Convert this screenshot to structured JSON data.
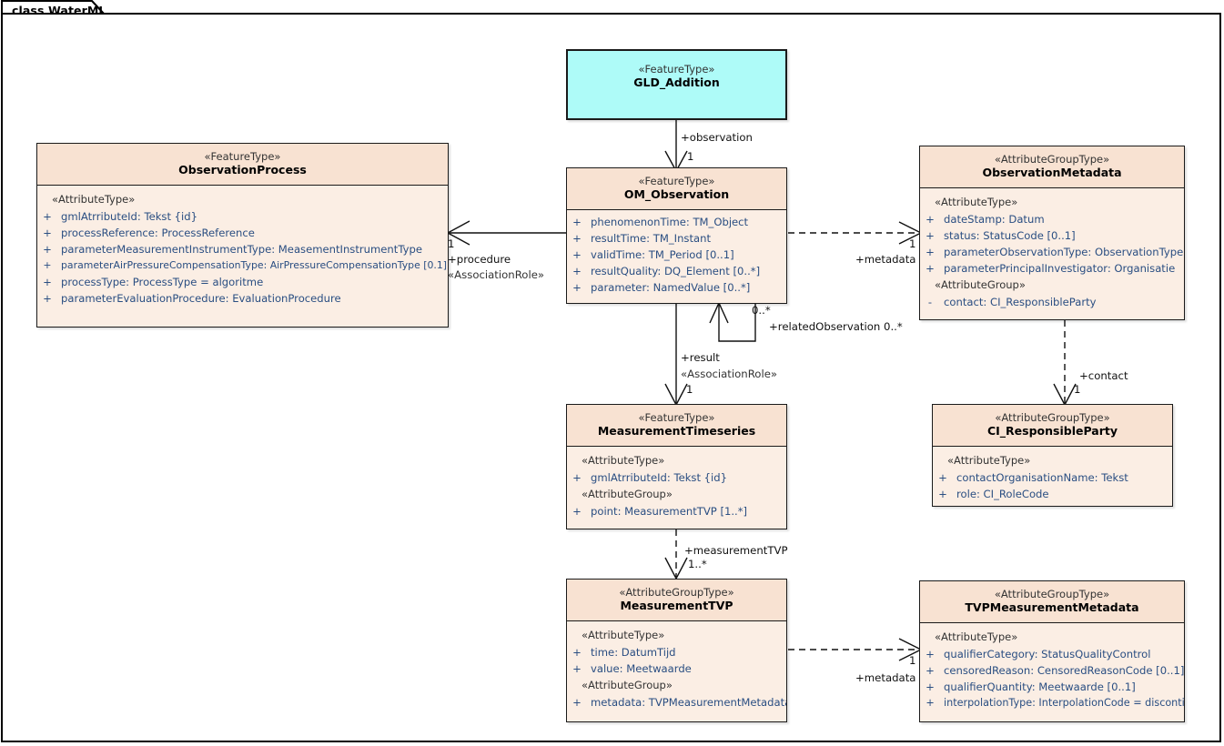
{
  "diagram": {
    "tab_label": "class WaterML",
    "colors": {
      "class_header": "#f8e2d2",
      "class_body": "#fbeee4",
      "highlight": "#aefbf8",
      "attribute_text": "#2a4e82",
      "border": "#1a1a1a"
    }
  },
  "classes": {
    "gld_addition": {
      "stereotype": "«FeatureType»",
      "name": "GLD_Addition",
      "groups": []
    },
    "observation_process": {
      "stereotype": "«FeatureType»",
      "name": "ObservationProcess",
      "groups": [
        {
          "label": "«AttributeType»",
          "attributes": [
            {
              "vis": "+",
              "text": "gmlAtrributeId: Tekst {id}"
            },
            {
              "vis": "+",
              "text": "processReference: ProcessReference"
            },
            {
              "vis": "+",
              "text": "parameterMeasurementInstrumentType: MeasementInstrumentType"
            },
            {
              "vis": "+",
              "text": "parameterAirPressureCompensationType: AirPressureCompensationType [0.1]"
            },
            {
              "vis": "+",
              "text": "processType: ProcessType = algoritme"
            },
            {
              "vis": "+",
              "text": "parameterEvaluationProcedure: EvaluationProcedure"
            }
          ]
        }
      ]
    },
    "om_observation": {
      "stereotype": "«FeatureType»",
      "name": "OM_Observation",
      "groups": [
        {
          "label": "",
          "attributes": [
            {
              "vis": "+",
              "text": "phenomenonTime: TM_Object"
            },
            {
              "vis": "+",
              "text": "resultTime: TM_Instant"
            },
            {
              "vis": "+",
              "text": "validTime: TM_Period [0..1]"
            },
            {
              "vis": "+",
              "text": "resultQuality: DQ_Element [0..*]"
            },
            {
              "vis": "+",
              "text": "parameter: NamedValue [0..*]"
            }
          ]
        }
      ]
    },
    "observation_metadata": {
      "stereotype": "«AttributeGroupType»",
      "name": "ObservationMetadata",
      "groups": [
        {
          "label": "«AttributeType»",
          "attributes": [
            {
              "vis": "+",
              "text": "dateStamp: Datum"
            },
            {
              "vis": "+",
              "text": "status: StatusCode [0..1]"
            },
            {
              "vis": "+",
              "text": "parameterObservationType: ObservationType"
            },
            {
              "vis": "+",
              "text": "parameterPrincipalInvestigator: Organisatie"
            }
          ]
        },
        {
          "label": "«AttributeGroup»",
          "attributes": [
            {
              "vis": "-",
              "text": "contact: CI_ResponsibleParty"
            }
          ]
        }
      ]
    },
    "ci_responsibleparty": {
      "stereotype": "«AttributeGroupType»",
      "name": "CI_ResponsibleParty",
      "groups": [
        {
          "label": "«AttributeType»",
          "attributes": [
            {
              "vis": "+",
              "text": "contactOrganisationName: Tekst"
            },
            {
              "vis": "+",
              "text": "role: CI_RoleCode"
            }
          ]
        }
      ]
    },
    "measurement_timeseries": {
      "stereotype": "«FeatureType»",
      "name": "MeasurementTimeseries",
      "groups": [
        {
          "label": "«AttributeType»",
          "attributes": [
            {
              "vis": "+",
              "text": "gmlAtrributeId: Tekst {id}"
            }
          ]
        },
        {
          "label": "«AttributeGroup»",
          "attributes": [
            {
              "vis": "+",
              "text": "point: MeasurementTVP [1..*]"
            }
          ]
        }
      ]
    },
    "measurement_tvp": {
      "stereotype": "«AttributeGroupType»",
      "name": "MeasurementTVP",
      "groups": [
        {
          "label": "«AttributeType»",
          "attributes": [
            {
              "vis": "+",
              "text": "time: DatumTijd"
            },
            {
              "vis": "+",
              "text": "value: Meetwaarde"
            }
          ]
        },
        {
          "label": "«AttributeGroup»",
          "attributes": [
            {
              "vis": "+",
              "text": "metadata: TVPMeasurementMetadata"
            }
          ]
        }
      ]
    },
    "tvp_measurement_metadata": {
      "stereotype": "«AttributeGroupType»",
      "name": "TVPMeasurementMetadata",
      "groups": [
        {
          "label": "«AttributeType»",
          "attributes": [
            {
              "vis": "+",
              "text": "qualifierCategory: StatusQualityControl"
            },
            {
              "vis": "+",
              "text": "censoredReason: CensoredReasonCode [0..1]"
            },
            {
              "vis": "+",
              "text": "qualifierQuantity: Meetwaarde [0..1]"
            },
            {
              "vis": "+",
              "text": "interpolationType: InterpolationCode = discontinu"
            }
          ]
        }
      ]
    }
  },
  "connectors": {
    "observation": {
      "role": "+observation",
      "mult": "1"
    },
    "procedure": {
      "mult": "1",
      "role": "+procedure",
      "stereotype": "«AssociationRole»"
    },
    "observation_metadata": {
      "mult": "1",
      "role": "+metadata"
    },
    "related_observation": {
      "mult_near": "0..*",
      "role": "+relatedObservation 0..*"
    },
    "result": {
      "role": "+result",
      "stereotype": "«AssociationRole»",
      "mult": "1"
    },
    "contact": {
      "role": "+contact",
      "mult": "1"
    },
    "measurement_tvp": {
      "role": "+measurementTVP",
      "mult": "1..*"
    },
    "tvp_metadata": {
      "mult": "1",
      "role": "+metadata"
    }
  }
}
